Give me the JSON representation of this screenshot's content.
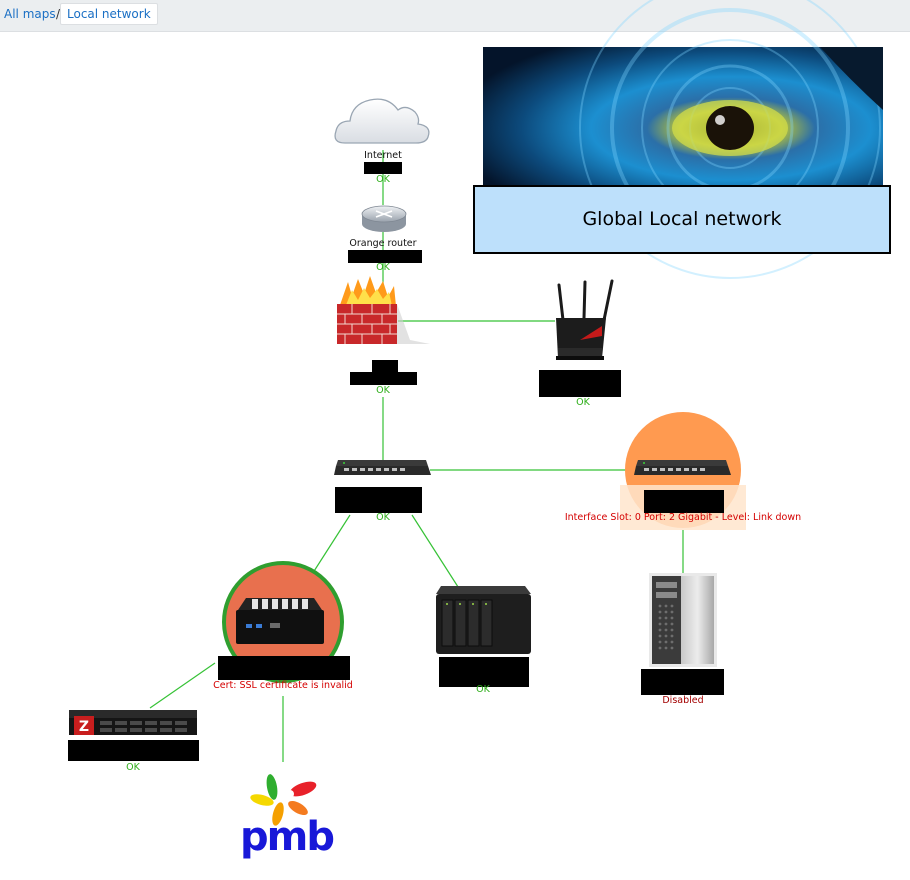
{
  "breadcrumb": {
    "all_maps": "All maps",
    "separator": "/",
    "current": "Local network"
  },
  "banner": {
    "title": "Global Local network"
  },
  "nodes": {
    "internet": {
      "name": "Internet",
      "status": "OK"
    },
    "router": {
      "name": "Orange router",
      "status": "OK"
    },
    "firewall": {
      "status": "OK"
    },
    "wifi": {
      "status": "OK"
    },
    "switch1": {
      "status": "OK"
    },
    "switch2": {
      "problem": "Interface Slot: 0 Port: 2 Gigabit - Level: Link down"
    },
    "minipc": {
      "problem": "Cert: SSL certificate is invalid"
    },
    "nas": {
      "status": "OK"
    },
    "desktop": {
      "status": "Disabled"
    },
    "server": {
      "status": "OK"
    },
    "pmb": {
      "logo_text": "pmb"
    }
  },
  "colors": {
    "ok": "#2eae1a",
    "problem": "#d40000",
    "link": "#36c236",
    "banner": "#bde0fb"
  }
}
